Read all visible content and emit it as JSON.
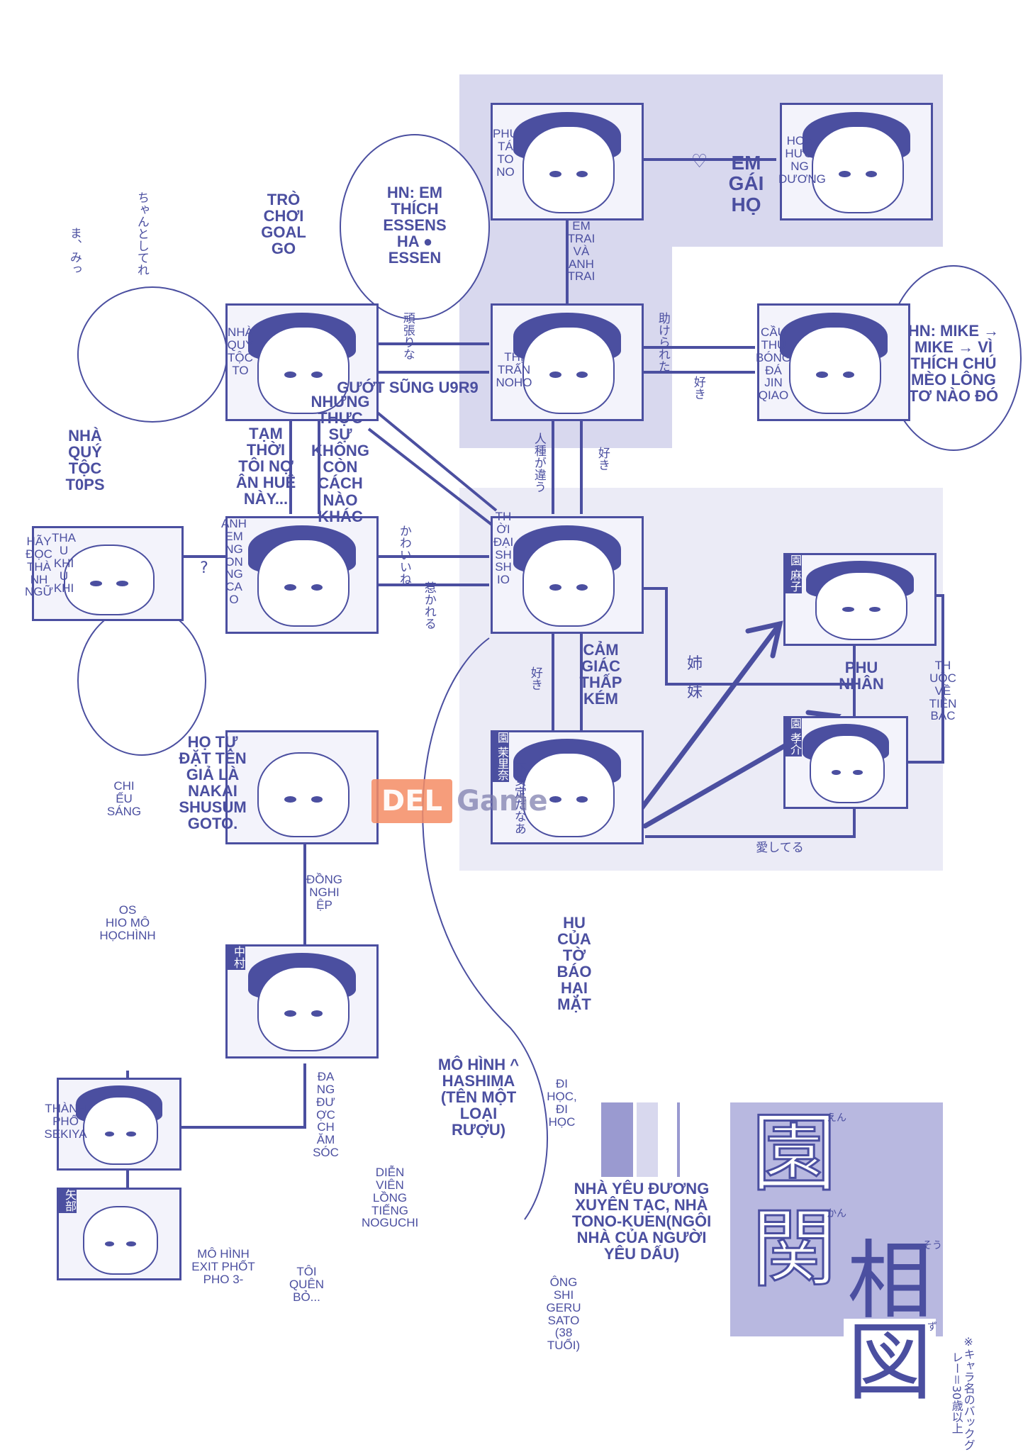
{
  "colors": {
    "ink": "#4b4fa0",
    "zone": "#d8d8ee",
    "zone_light": "#ebebf6",
    "accent_stripe": "#9a9ad0"
  },
  "labels": {
    "em_gai_ho": "EM\nGÁI\nHỌ",
    "em_trai": "EM\nTRAI\nVÀ\nANH\nTRAI",
    "phu_ta": "PHỤ\nTÁ\nTO\nNO",
    "hoa_huong": "HOA\nHƯƠ\nNG\nDƯƠNG",
    "thi_tran": "THỊ TRẤN\nNOHO",
    "cau_thu": "CẦU\nTHỦ\nBÓNG\nĐÁ\nJIN\nQIAO",
    "nha_quy_toc_to": "NHÀ\nQUÝ\nTỘC\nTO",
    "guot": "GƯỚT SŨNG U9R9",
    "nhung_thuc": "NHƯNG\nTHỰC\nSỰ\nKHÔNG\nCÒN\nCÁCH\nNÀO\nKHÁC",
    "tam_thoi": "TẠM\nTHỜI\nTÔI NỢ\nÂN HUỆ\nNÀY...",
    "nha_quy_toc_tops": "NHÀ\nQUÝ\nTỘC\nT0PS",
    "hay_doc": "HÃY\nĐỌC\nTHÀ\nNH\nNGỮ",
    "thau_khi": "THA\nU\nKHI\nU\nKHI",
    "anh_ngon": "ANH\nEM\nNG\nON\nNG\nCA\nO",
    "thoi_dai": "TH\nỜI\nĐẠI\nSH\nSH\nIO",
    "cam_giac": "CẢM\nGIÁC\nTHẤP\nKÉM",
    "phu_nhan": "PHU\nNHÂN",
    "thuoc_ve": "TH\nUỘC\nVỀ\nTIỀN\nBẠC",
    "ho_tu_dat": "HỌ TỰ\nĐẶT TÊN\nGIẢ LÀ\nNAKAI\nSHUSUM\nGOTO.",
    "chi_eu": "CHI\nẾU\nSÁNG",
    "dong_nghiep": "ĐỒNG\nNGHI\nỆP",
    "os_hio": "OS\nHIO MÔ\nHỌCHÌNH",
    "thanh_pho": "THÀNH\nPHỐ\nSEKIYA",
    "dang_duoc": "ĐA\nNG\nĐƯ\nỢC\nCH\nĂM\nSÓC",
    "mo_hinh_hashima": "MÔ HÌNH ^\nHASHIMA\n(TÊN MỘT\nLOẠI\nRƯỢU)",
    "dien_vien": "DIỄN\nVIÊN\nLỒNG\nTIẾNG\nNOGUCHI",
    "toi_quen": "TÔI\nQUÊN\nBỎ...",
    "ong_shi": "ÔNG\nSHI\nGERU\nSATO\n(38\nTUỔI)",
    "mo_hinh_exit": "MÔ HÌNH\nEXIT PHỐT\nPHO 3-",
    "di_hoc": "ĐI\nHỌC,\nĐI\nHỌC",
    "hu_cua": "HU\nCỦA\nTỜ\nBÁO\nHẠI\nMẶT",
    "nha_yeu": "NHÀ YÊU ĐƯƠNG\nXUYÊN TẠC, NHÀ\nTONO-KUEN(NGÔI\nNHÀ CỦA NGƯỜI\nYÊU DẤU)",
    "tro_choi": "TRÒ\nCHƠI\nGOAL\nGO",
    "hn_em": "HN: EM\nTHÍCH\nESSENS\nHA ●\nESSEN",
    "hn_mike": "HN: MIKE →\nMIKE → VÌ\nTHÍCH CHÚ\nMÈO LÔNG\nTƠ NÀO ĐÓ",
    "title_1": "園",
    "title_2": "関",
    "title_3": "相",
    "title_4": "図",
    "title_ruby_1": "えん",
    "title_ruby_2": "かん",
    "title_ruby_3": "そう",
    "title_ruby_4": "ず",
    "note_bottom": "※キャラ名のバックグレー＝30歳以上",
    "jp_ganbare": "頑張りな",
    "jp_tasuke": "助けられた",
    "jp_suki1": "好き",
    "jp_suki2": "好き",
    "jp_suki3": "好き",
    "jp_jinshu": "人種が違う",
    "jp_kawaii": "かわいいね",
    "jp_horeru": "惹かれる",
    "jp_aishiteru": "愛してる",
    "jp_ane": "姉",
    "jp_imouto": "妹",
    "jp_fuan": "不安定だなあ",
    "jp_nakamura": "中村",
    "jp_yabe": "矢部",
    "jp_asako": "園 麻子",
    "jp_kosuke": "園 孝介",
    "jp_marie": "園 茉里奈",
    "jp_question": "?",
    "jp_side1": "ちゃんとしてれ",
    "jp_side2": "ま、みっ",
    "watermark_1": "DEL",
    "watermark_2": "Game"
  }
}
